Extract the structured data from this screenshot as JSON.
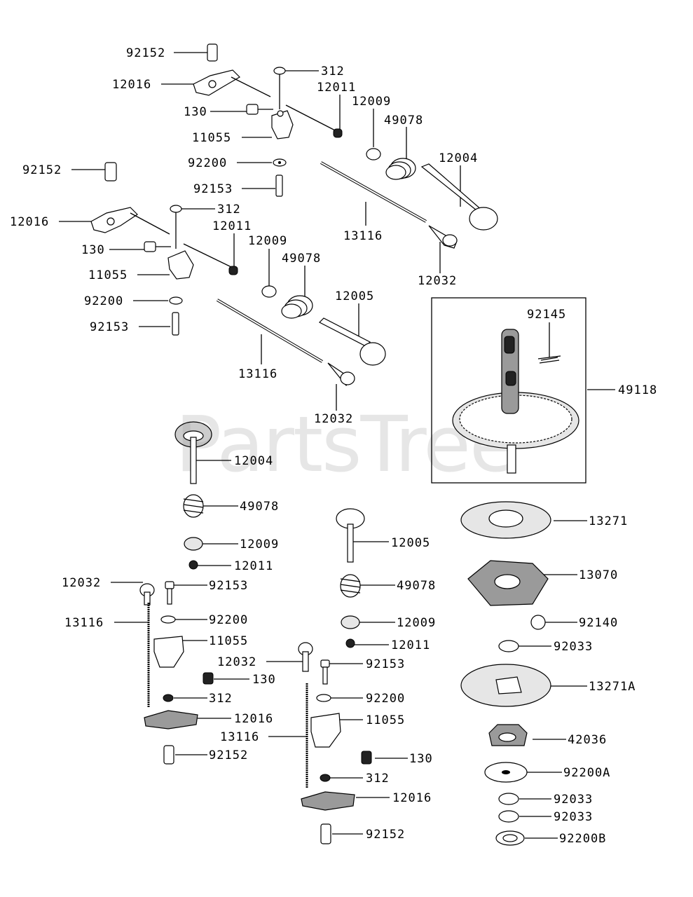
{
  "watermark": "PartsTree",
  "labels": [
    {
      "id": "l01",
      "text": "92152"
    },
    {
      "id": "l02",
      "text": "12016"
    },
    {
      "id": "l03",
      "text": "312"
    },
    {
      "id": "l04",
      "text": "12011"
    },
    {
      "id": "l05",
      "text": "130"
    },
    {
      "id": "l06",
      "text": "12009"
    },
    {
      "id": "l07",
      "text": "49078"
    },
    {
      "id": "l08",
      "text": "11055"
    },
    {
      "id": "l09",
      "text": "12004"
    },
    {
      "id": "l10",
      "text": "92200"
    },
    {
      "id": "l11",
      "text": "92153"
    },
    {
      "id": "l12",
      "text": "92152"
    },
    {
      "id": "l13",
      "text": "312"
    },
    {
      "id": "l14",
      "text": "12016"
    },
    {
      "id": "l15",
      "text": "12011"
    },
    {
      "id": "l16",
      "text": "13116"
    },
    {
      "id": "l17",
      "text": "130"
    },
    {
      "id": "l18",
      "text": "12009"
    },
    {
      "id": "l19",
      "text": "12032"
    },
    {
      "id": "l20",
      "text": "49078"
    },
    {
      "id": "l21",
      "text": "11055"
    },
    {
      "id": "l22",
      "text": "92200"
    },
    {
      "id": "l23",
      "text": "12005"
    },
    {
      "id": "l24",
      "text": "92145"
    },
    {
      "id": "l25",
      "text": "92153"
    },
    {
      "id": "l26",
      "text": "13116"
    },
    {
      "id": "l27",
      "text": "49118"
    },
    {
      "id": "l28",
      "text": "12032"
    },
    {
      "id": "l29",
      "text": "12004"
    },
    {
      "id": "l30",
      "text": "49078"
    },
    {
      "id": "l31",
      "text": "13271"
    },
    {
      "id": "l32",
      "text": "12005"
    },
    {
      "id": "l33",
      "text": "12009"
    },
    {
      "id": "l34",
      "text": "12011"
    },
    {
      "id": "l35",
      "text": "12032"
    },
    {
      "id": "l36",
      "text": "92153"
    },
    {
      "id": "l37",
      "text": "13070"
    },
    {
      "id": "l38",
      "text": "49078"
    },
    {
      "id": "l39",
      "text": "13116"
    },
    {
      "id": "l40",
      "text": "92200"
    },
    {
      "id": "l41",
      "text": "92140"
    },
    {
      "id": "l42",
      "text": "12009"
    },
    {
      "id": "l43",
      "text": "11055"
    },
    {
      "id": "l44",
      "text": "12011"
    },
    {
      "id": "l45",
      "text": "92033"
    },
    {
      "id": "l46",
      "text": "12032"
    },
    {
      "id": "l47",
      "text": "92153"
    },
    {
      "id": "l48",
      "text": "130"
    },
    {
      "id": "l49",
      "text": "13271A"
    },
    {
      "id": "l50",
      "text": "312"
    },
    {
      "id": "l51",
      "text": "92200"
    },
    {
      "id": "l52",
      "text": "12016"
    },
    {
      "id": "l53",
      "text": "11055"
    },
    {
      "id": "l54",
      "text": "13116"
    },
    {
      "id": "l55",
      "text": "42036"
    },
    {
      "id": "l56",
      "text": "92152"
    },
    {
      "id": "l57",
      "text": "130"
    },
    {
      "id": "l58",
      "text": "92200A"
    },
    {
      "id": "l59",
      "text": "312"
    },
    {
      "id": "l60",
      "text": "12016"
    },
    {
      "id": "l61",
      "text": "92033"
    },
    {
      "id": "l62",
      "text": "92033"
    },
    {
      "id": "l63",
      "text": "92152"
    },
    {
      "id": "l64",
      "text": "92200B"
    }
  ]
}
